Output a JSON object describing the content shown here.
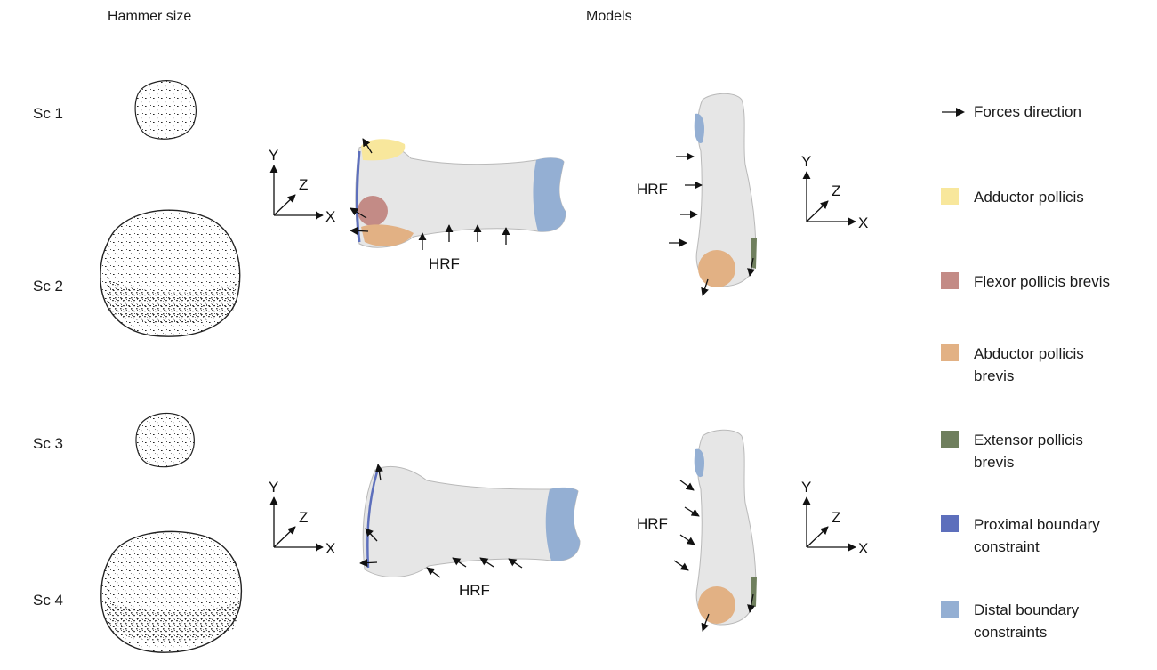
{
  "headers": {
    "left": "Hammer size",
    "center": "Models"
  },
  "rows": [
    {
      "label": "Sc 1"
    },
    {
      "label": "Sc 2"
    },
    {
      "label": "Sc 3"
    },
    {
      "label": "Sc 4"
    }
  ],
  "axes": {
    "x": "X",
    "y": "Y",
    "z": "Z"
  },
  "hrf_label": "HRF",
  "legend": {
    "arrow_label": "Forces direction",
    "items": [
      {
        "label": "Adductor pollicis",
        "color": "#f8e79c"
      },
      {
        "label": "Flexor pollicis brevis",
        "color": "#c38b86"
      },
      {
        "label": "Abductor pollicis brevis",
        "color": "#e2b184"
      },
      {
        "label": "Extensor pollicis brevis",
        "color": "#6f7f5d"
      },
      {
        "label": "Proximal boundary constraint",
        "color": "#5d6fbc"
      },
      {
        "label": "Distal boundary constraints",
        "color": "#94afd3"
      }
    ]
  },
  "colors": {
    "bone": "#e6e6e6",
    "bone_edge": "#b9b9b9",
    "arrow": "#111111"
  }
}
